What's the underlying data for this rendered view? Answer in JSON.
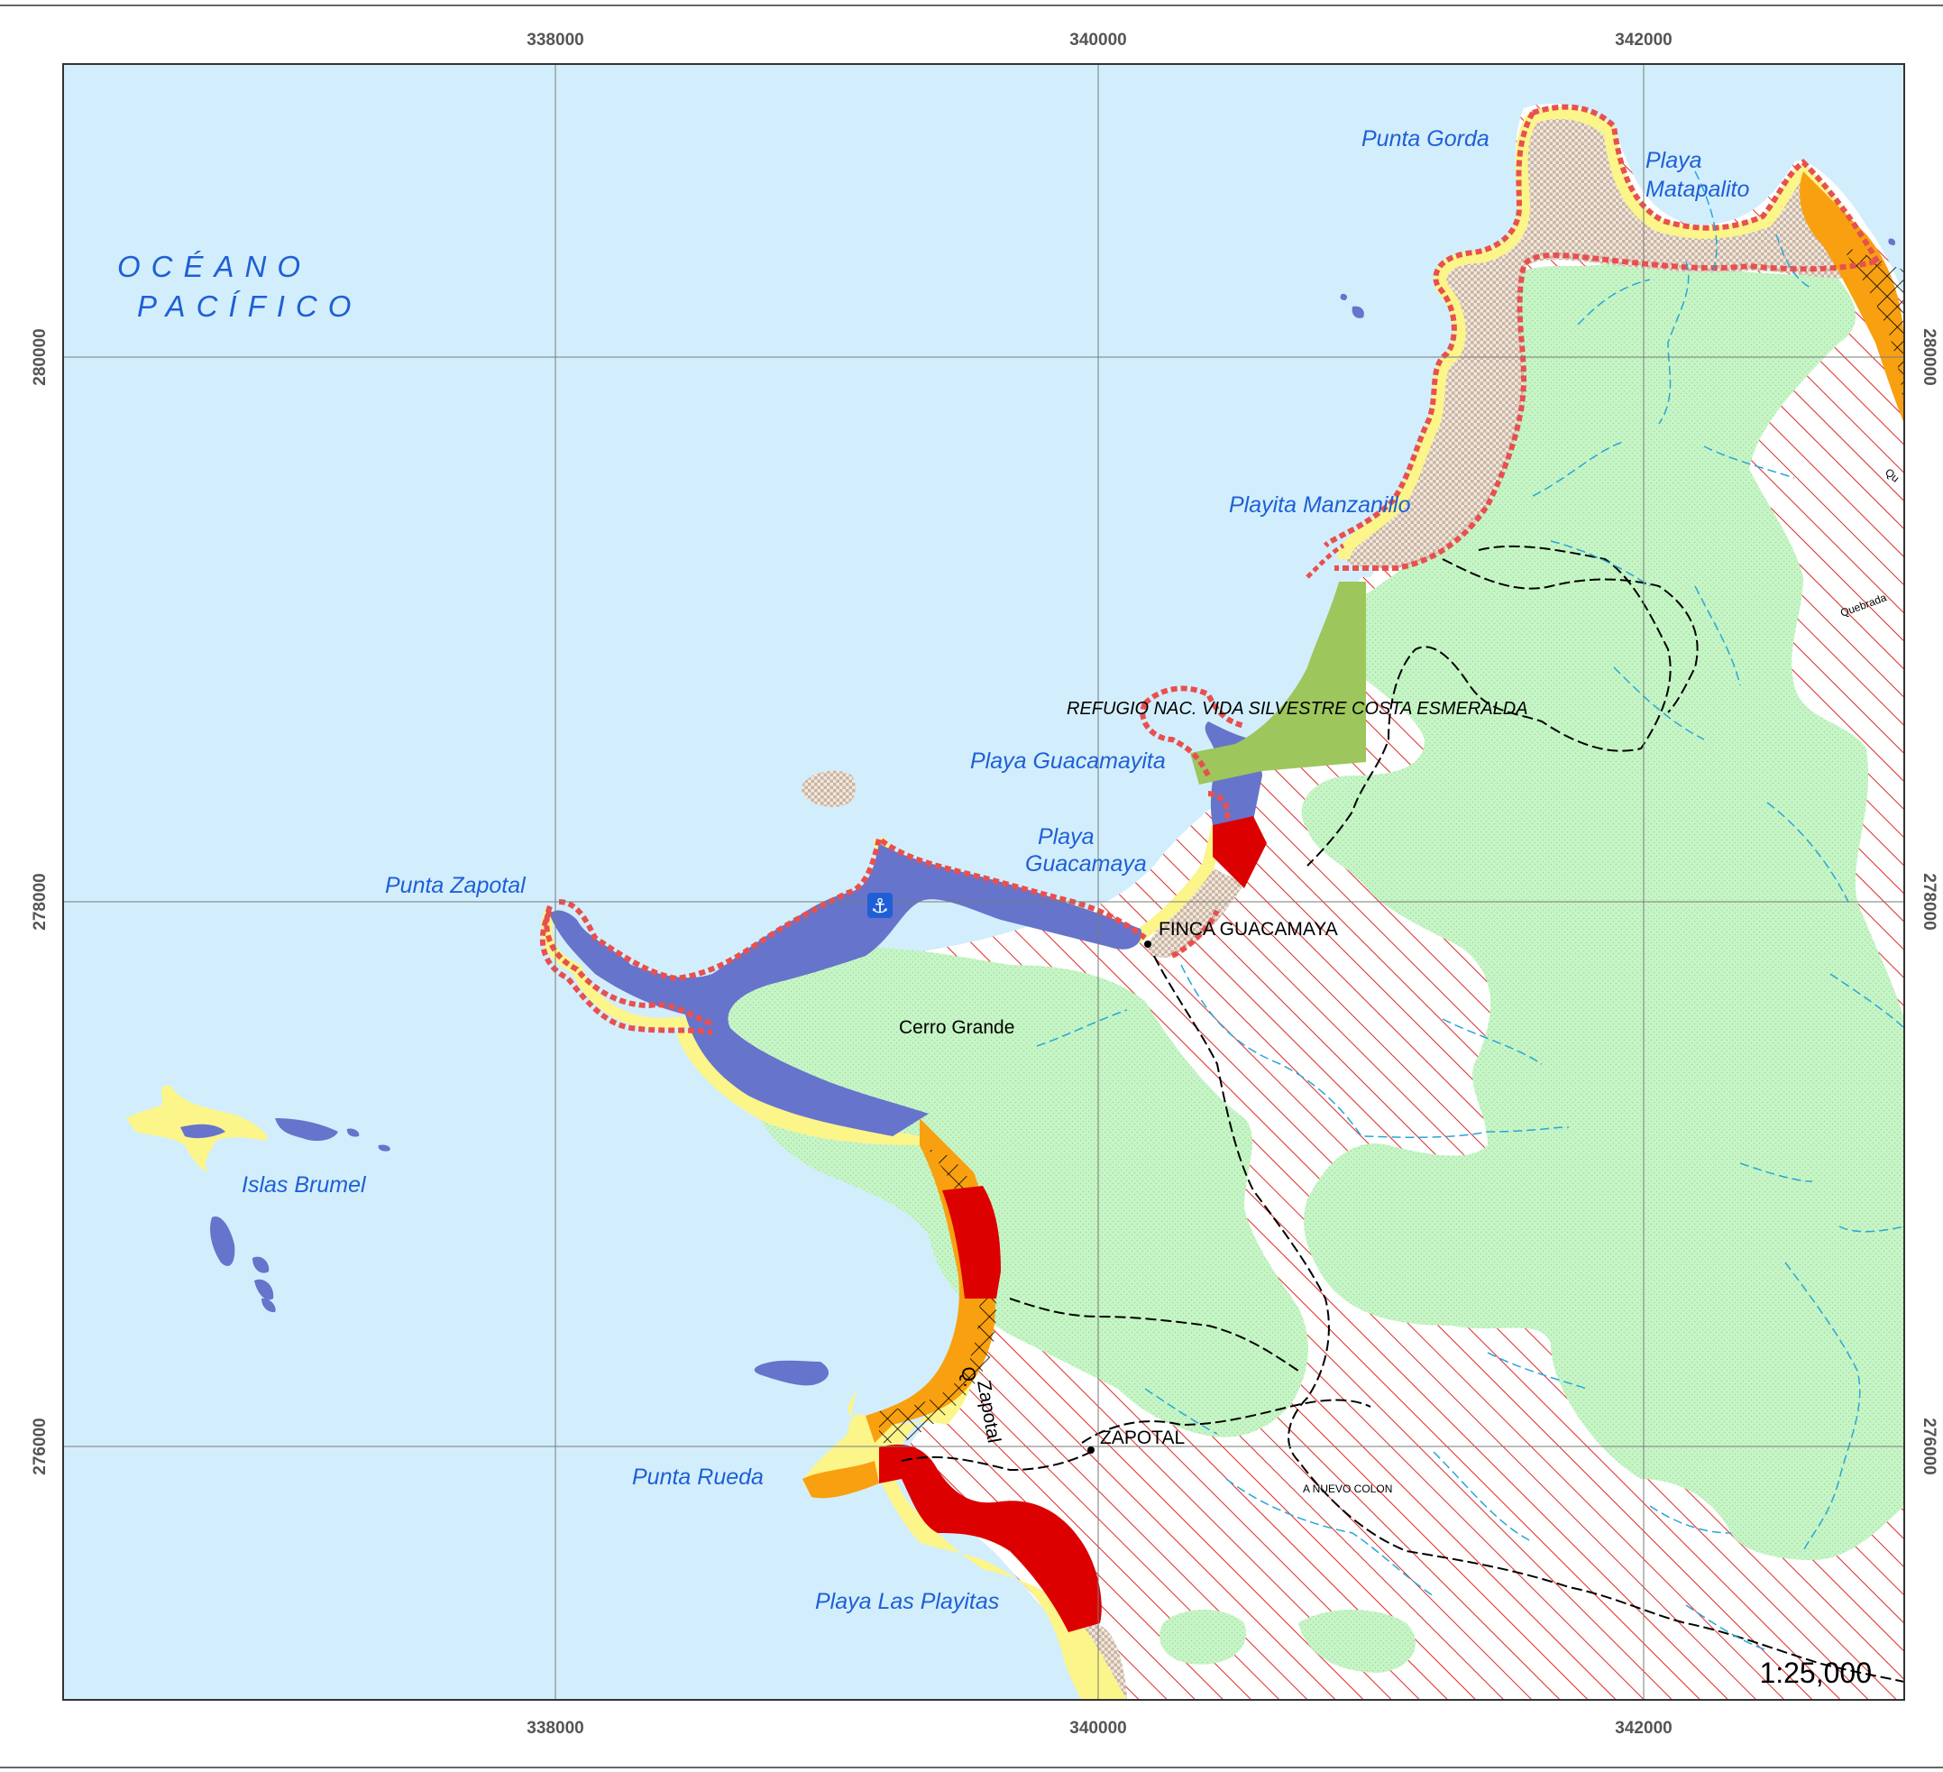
{
  "map": {
    "scale": "1:25,000",
    "ocean_label_line1": "OCÉANO",
    "ocean_label_line2": "PACÍFICO",
    "grid": {
      "top_labels": [
        "338000",
        "340000",
        "342000"
      ],
      "bottom_labels": [
        "338000",
        "340000",
        "342000"
      ],
      "left_labels": [
        "280000",
        "278000",
        "276000"
      ],
      "right_labels": [
        "280000",
        "278000",
        "276000"
      ]
    },
    "places": {
      "punta_gorda": "Punta Gorda",
      "playa_matapalito_1": "Playa",
      "playa_matapalito_2": "Matapalito",
      "playita_manzanillo": "Playita Manzanillo",
      "refugio": "REFUGIO NAC. VIDA SILVESTRE COSTA ESMERALDA",
      "playa_guacamayita": "Playa Guacamayita",
      "playa_guacamaya_1": "Playa",
      "playa_guacamaya_2": "Guacamaya",
      "punta_zapotal": "Punta Zapotal",
      "finca_guacamaya": "FINCA GUACAMAYA",
      "cerro_grande": "Cerro Grande",
      "islas_brumel": "Islas Brumel",
      "zapotal": "ZAPOTAL",
      "q_zapotal_1": "Q.",
      "q_zapotal_2": "Zapotal",
      "punta_rueda": "Punta Rueda",
      "playa_las_playitas": "Playa Las Playitas",
      "a_nuevo_colon": "A NUEVO COLON",
      "quebrada": "Quebrada",
      "que": "Qu"
    },
    "colors": {
      "ocean": "#d2eefc",
      "forest": "#c8f5c8",
      "beach": "#fbf58a",
      "blue_zone": "#6674cc",
      "orange_zone": "#f8a010",
      "red_zone": "#dd0000",
      "refuge": "#9dc65c",
      "coast_line": "#e85050",
      "hatch": "#dd2a2a"
    }
  }
}
